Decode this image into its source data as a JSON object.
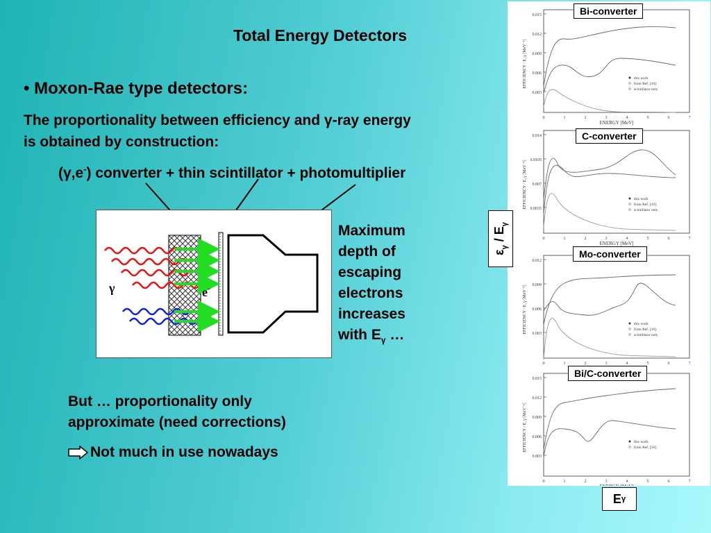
{
  "slide": {
    "title": "Total Energy Detectors",
    "bullet": "Moxon-Rae type detectors:",
    "para_line1": "The proportionality between efficiency and γ-ray energy",
    "para_line2": "is obtained by construction:",
    "converter_pre": "(γ,e",
    "converter_sup": "-",
    "converter_post": ") converter + thin scintillator + photomultiplier",
    "max_lines": [
      "Maximum",
      "depth of",
      "escaping",
      "electrons",
      "increases",
      "with E",
      "γ",
      " …"
    ],
    "but_line1": "But … proportionality only",
    "but_line2": "approximate (need corrections)",
    "not_much": "Not much in use nowadays",
    "diagram_gamma": "γ",
    "diagram_electron": "e",
    "diagram_electron_sup": "-"
  },
  "axes_labels": {
    "y_main": "ε",
    "y_sub": "γ",
    "y_rest": " / E",
    "y_sub2": "γ",
    "x_main": "E",
    "x_sub": "γ"
  },
  "plots": [
    {
      "tag": "Bi-converter",
      "ylabel": "EFFICIENCY / E_γ [MeV⁻¹]",
      "xlabel": "ENERGY [MeV]",
      "yticks": [
        "0.015",
        "0.012",
        "0.009",
        "0.006",
        "0.003"
      ],
      "xticks": [
        "0",
        "1",
        "2",
        "3",
        "4",
        "5",
        "6",
        "7"
      ],
      "legend": [
        "this work",
        "from Ref. [10]",
        "scintillator only"
      ]
    },
    {
      "tag": "C-converter",
      "ylabel": "EFFICIENCY / E_γ [MeV⁻¹]",
      "xlabel": "ENERGY [MeV]",
      "yticks": [
        "0.014",
        "0.0105",
        "0.007",
        "0.0035"
      ],
      "xticks": [
        "0",
        "1",
        "2",
        "3",
        "4",
        "5",
        "6",
        "7"
      ],
      "legend": [
        "this work",
        "from Ref. [10]",
        "scintillator only"
      ]
    },
    {
      "tag": "Mo-converter",
      "ylabel": "EFFICIENCY / E_γ [MeV⁻¹]",
      "xlabel": "ENERGY [MeV]",
      "yticks": [
        "0.012",
        "0.009",
        "0.006",
        "0.003"
      ],
      "xticks": [
        "0",
        "1",
        "2",
        "3",
        "4",
        "5",
        "6",
        "7"
      ],
      "legend": [
        "this work",
        "from Ref. [10]",
        "scintillator only"
      ]
    },
    {
      "tag": "Bi/C-converter",
      "ylabel": "EFFICIENCY / E_γ [MeV⁻¹]",
      "xlabel": "ENERGY [MeV]",
      "yticks": [
        "0.015",
        "0.012",
        "0.009",
        "0.006",
        "0.003"
      ],
      "xticks": [
        "0",
        "1",
        "2",
        "3",
        "4",
        "5",
        "6",
        "7"
      ],
      "legend": [
        "this work",
        "from Ref. [10]"
      ]
    }
  ]
}
